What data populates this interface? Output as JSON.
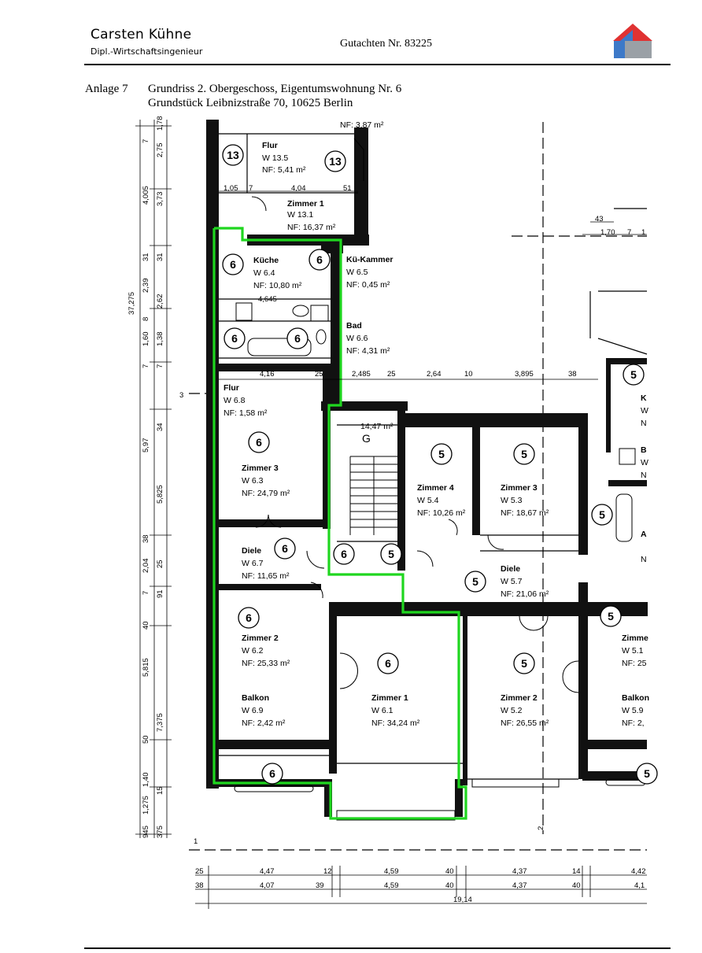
{
  "header": {
    "author_name": "Carsten Kühne",
    "author_title": "Dipl.-Wirtschaftsingenieur",
    "report": "Gutachten Nr. 83225"
  },
  "annex": {
    "label": "Anlage 7",
    "line1": "Grundriss 2. Obergeschoss, Eigentumswohnung Nr. 6",
    "line2": "Grundstück Leibnizstraße 70, 10625 Berlin"
  },
  "colors": {
    "highlight": "#1fd61f",
    "logo_red": "#e03232",
    "logo_blue": "#3d79c8",
    "logo_grey": "#9aa0a6"
  },
  "rooms": [
    {
      "id": "flur135",
      "name": "Flur",
      "w": "W 13.5",
      "nf": "NF: 5,41 m²"
    },
    {
      "id": "zimmer131",
      "name": "Zimmer 1",
      "w": "W 13.1",
      "nf": "NF: 16,37 m²"
    },
    {
      "id": "kueche",
      "name": "Küche",
      "w": "W 6.4",
      "nf": "NF: 10,80 m²"
    },
    {
      "id": "kuekammer",
      "name": "Kü-Kammer",
      "w": "W 6.5",
      "nf": "NF:  0,45 m²"
    },
    {
      "id": "bad",
      "name": "Bad",
      "w": "W 6.6",
      "nf": "NF: 4,31 m²"
    },
    {
      "id": "flur68",
      "name": "Flur",
      "w": "W 6.8",
      "nf": "NF: 1,58 m²"
    },
    {
      "id": "zimmer3_6",
      "name": "Zimmer 3",
      "w": "W 6.3",
      "nf": "NF: 24,79 m²"
    },
    {
      "id": "diele67",
      "name": "Diele",
      "w": "W 6.7",
      "nf": "NF: 11,65 m²"
    },
    {
      "id": "zimmer2_6",
      "name": "Zimmer 2",
      "w": "W 6.2",
      "nf": "NF: 25,33 m²"
    },
    {
      "id": "balkon69",
      "name": "Balkon",
      "w": "W 6.9",
      "nf": "NF: 2,42 m²"
    },
    {
      "id": "zimmer1_6",
      "name": "Zimmer 1",
      "w": "W 6.1",
      "nf": "NF: 34,24 m²"
    },
    {
      "id": "zimmer4_5",
      "name": "Zimmer 4",
      "w": "W 5.4",
      "nf": "NF: 10,26 m²"
    },
    {
      "id": "zimmer3_5",
      "name": "Zimmer 3",
      "w": "W 5.3",
      "nf": "NF: 18,67 m²"
    },
    {
      "id": "diele57",
      "name": "Diele",
      "w": "W 5.7",
      "nf": "NF: 21,06 m²"
    },
    {
      "id": "zimmer2_5",
      "name": "Zimmer 2",
      "w": "W 5.2",
      "nf": "NF: 26,55 m²"
    }
  ],
  "partial_labels": {
    "nf_top": "NF: 3,87 m²",
    "stair_area": "14,47 m²",
    "stair_letter": "G",
    "zimm_cut": "Zimme",
    "w51_cut": "W 5.1",
    "nf25_cut": "NF: 25",
    "balkon_cut": "Balkon",
    "w59_cut": "W 5.9",
    "nf2_cut": "NF: 2,",
    "k_cut": "K",
    "w_cut1": "W",
    "n_cut1": "N",
    "b_cut": "B",
    "w_cut2": "W",
    "n_cut2": "N",
    "a_cut": "A",
    "n_cut3": "N"
  },
  "unit_numbers": {
    "u13a": "13",
    "u13b": "13",
    "u6a": "6",
    "u6b": "6",
    "u6c": "6",
    "u6d": "6",
    "u6e": "6",
    "u6f": "6",
    "u6g": "6",
    "u6h": "6",
    "u6i": "6",
    "u6j": "6",
    "u5a": "5",
    "u5b": "5",
    "u5c": "5",
    "u5d": "5",
    "u5e": "5",
    "u5f": "5",
    "u5g": "5",
    "u5h": "5",
    "u5i": "5"
  },
  "dims_left": {
    "d1": "1,78",
    "d2": "7",
    "d3": "2,75",
    "d4": "4,005",
    "d5": "3,73",
    "d6": "31",
    "d7": "31",
    "d8": "2,39",
    "d9": "2,62",
    "d10": "8",
    "d11": "1,60",
    "d12": "1,38",
    "d13": "7",
    "d14": "7",
    "d15": "37,275",
    "d16": "5,97",
    "d17": "34",
    "d18": "5,825",
    "d19": "38",
    "d20": "2,04",
    "d21": "25",
    "d22": "7",
    "d23": "91",
    "d24": "40",
    "d25": "5,815",
    "d26": "7,375",
    "d27": "50",
    "d28": "1,40",
    "d29": "15",
    "d30": "1,275",
    "d31": "945",
    "d32": "375",
    "d33": "3"
  },
  "dims_inner": {
    "a1": "1,05",
    "a2": "7",
    "a3": "4,04",
    "a4": "51",
    "a5": "4,645",
    "a6": "4,16",
    "a7": "25",
    "a8": "2,485",
    "a9": "25",
    "a10": "2,64",
    "a11": "10",
    "a12": "3,895",
    "a13": "38",
    "a14": "43",
    "a15": "1,70",
    "a16": "7",
    "a17": "1",
    "axis2": "2",
    "axis1": "1"
  },
  "dims_bottom": {
    "r1": [
      "25",
      "4,47",
      "12",
      "4,59",
      "40",
      "4,37",
      "14",
      "4,42"
    ],
    "r2": [
      "38",
      "4,07",
      "39",
      "4,59",
      "40",
      "4,37",
      "40",
      "4,1"
    ],
    "total": "19,14"
  }
}
